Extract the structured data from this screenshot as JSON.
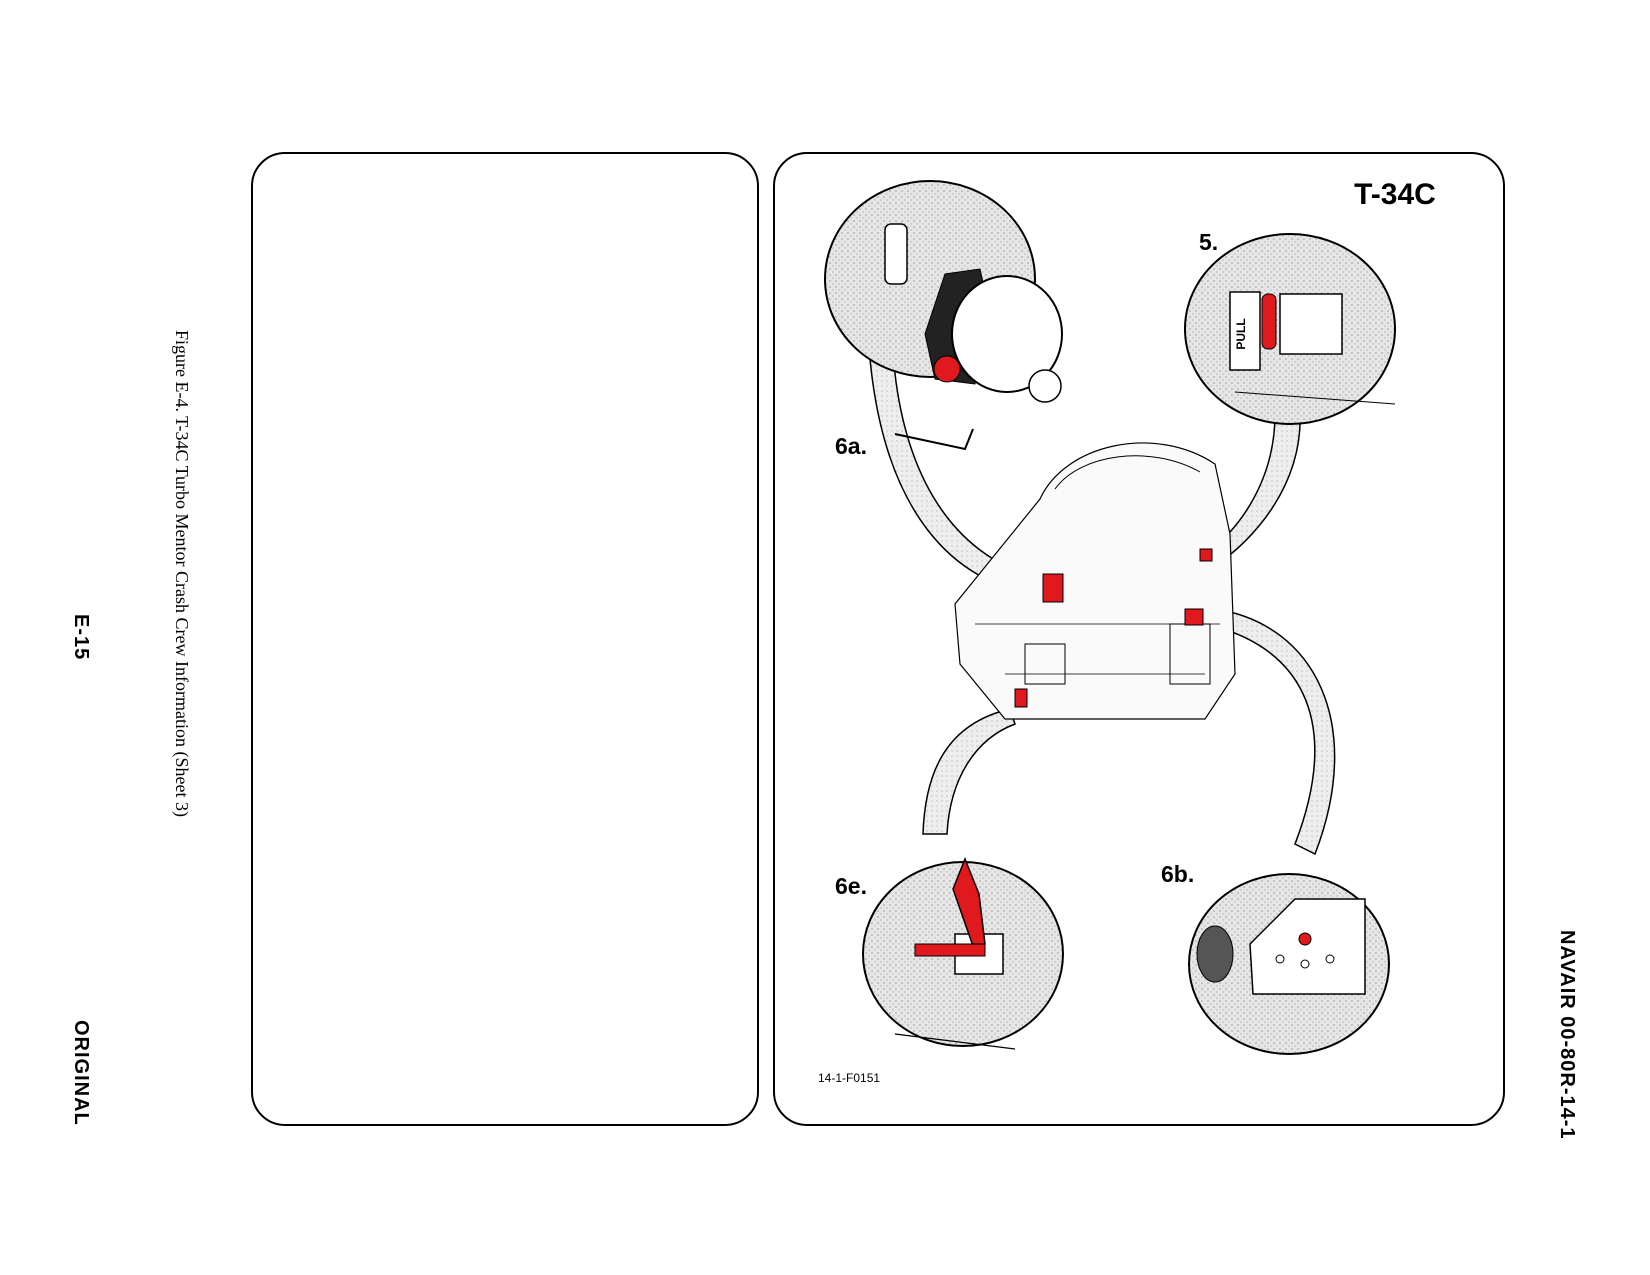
{
  "page": {
    "page_number": "E-15",
    "revision": "ORIGINAL",
    "figure_caption": "Figure E-4.  T-34C Turbo Mentor Crash Crew Information (Sheet 3)",
    "document_number": "NAVAIR 00-80R-14-1"
  },
  "illustration": {
    "aircraft_title": "T-34C",
    "callouts": [
      "5.",
      "6a.",
      "6b.",
      "6e."
    ],
    "placard_text": "PULL",
    "figure_id": "14-1-F0151",
    "highlight_color": "#e0191e"
  }
}
